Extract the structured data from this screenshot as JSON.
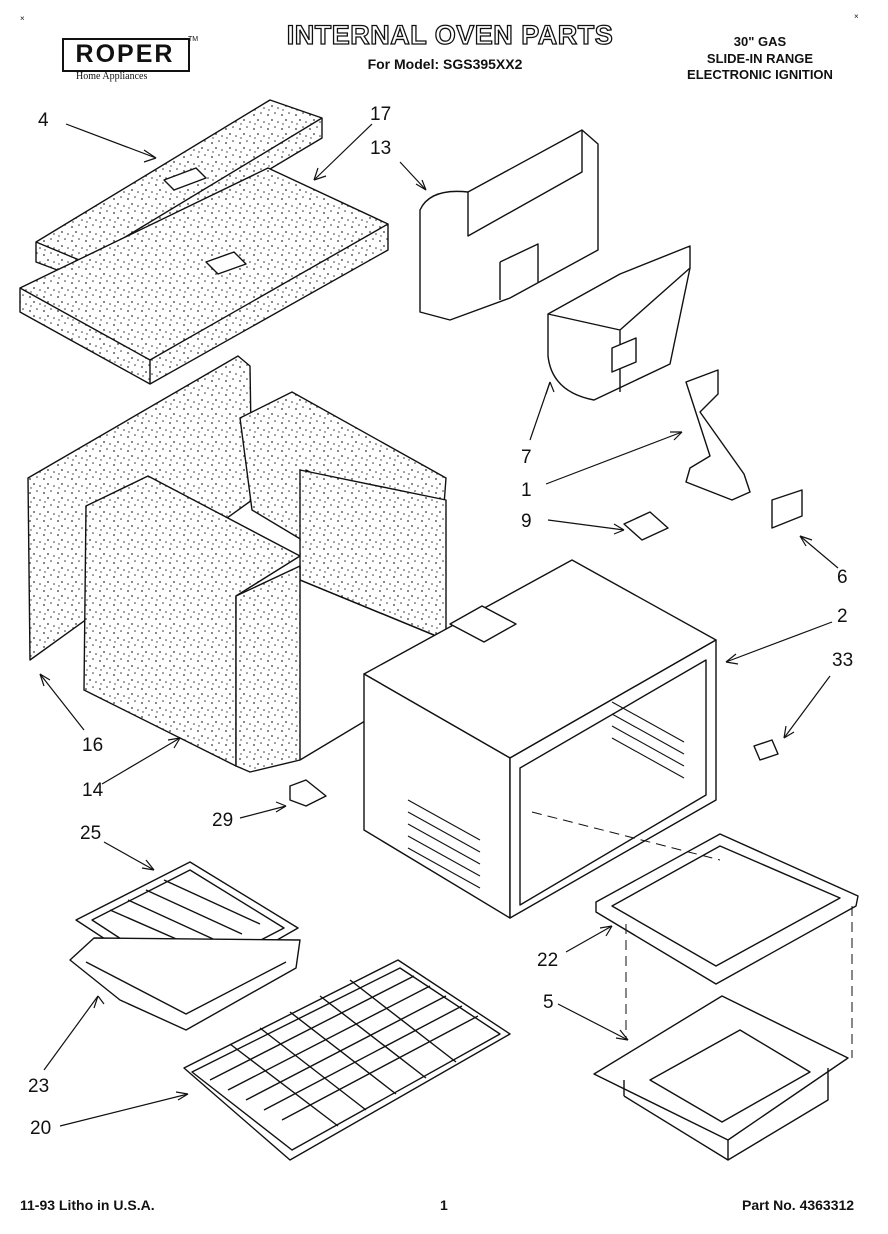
{
  "header": {
    "brand": "ROPER",
    "brand_tm": "TM",
    "brand_subtitle": "Home Appliances",
    "title": "INTERNAL OVEN PARTS",
    "model_line": "For Model: SGS395XX2",
    "spec_lines": [
      "30\" GAS",
      "SLIDE-IN RANGE",
      "ELECTRONIC IGNITION"
    ]
  },
  "callouts": [
    "4",
    "17",
    "13",
    "7",
    "1",
    "9",
    "6",
    "2",
    "33",
    "16",
    "14",
    "29",
    "25",
    "22",
    "5",
    "23",
    "20"
  ],
  "footer": {
    "left": "11-93 Litho in U.S.A.",
    "center": "1",
    "right": "Part No. 4363312"
  }
}
